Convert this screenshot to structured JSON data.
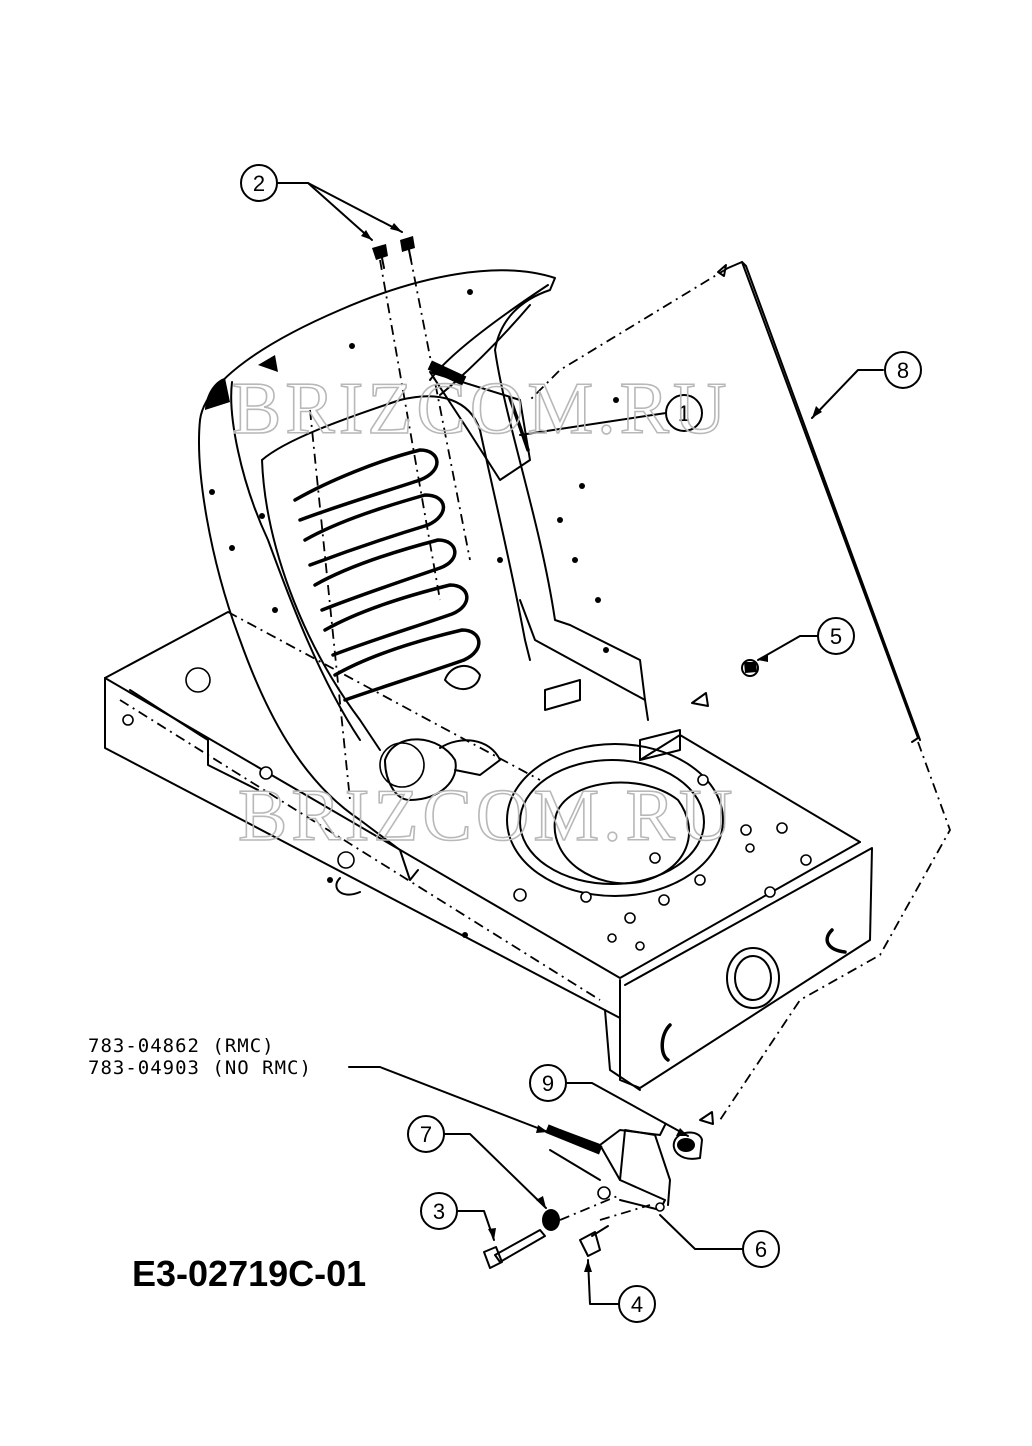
{
  "diagram": {
    "id_label": "E3-02719C-01",
    "watermark": "BRIZCOM.RU",
    "part_codes": [
      "783-04862 (RMC)",
      "783-04903 (NO RMC)"
    ],
    "callouts": [
      "1",
      "2",
      "3",
      "4",
      "5",
      "6",
      "7",
      "8",
      "9"
    ],
    "icons": {
      "seat_pan": "seat-frame-drawing",
      "chassis": "chassis-plate-drawing",
      "backrest_panel": "panel-8-drawing",
      "bracket": "bracket-6-drawing"
    }
  }
}
